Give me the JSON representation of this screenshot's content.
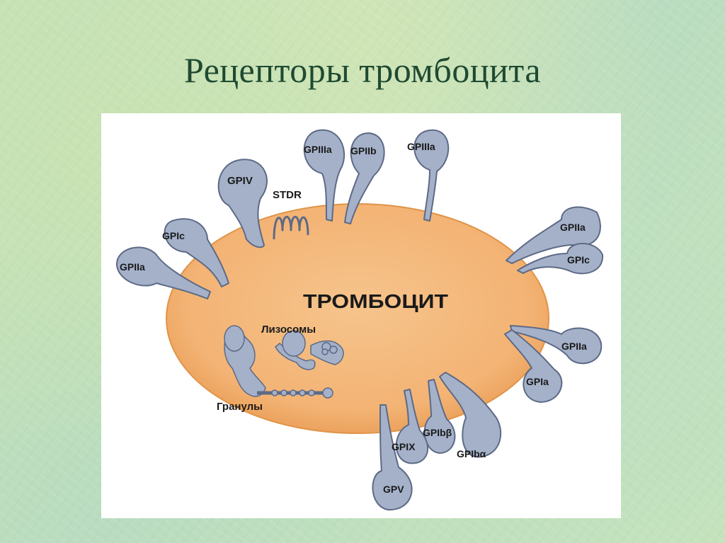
{
  "title": "Рецепторы тромбоцита",
  "diagram": {
    "cell_label": "ТРОМБОЦИТ",
    "organelles": {
      "lysosomes": "Лизосомы",
      "granules": "Гранулы"
    },
    "receptors": {
      "gpiv": "GPIV",
      "stdr": "STDR",
      "gpiiia_top_left": "GPIIIa",
      "gpiib": "GPIIb",
      "gpiiia_top_right": "GPIIIa",
      "gpiic_left": "GPIc",
      "gpiia_left": "GPIIa",
      "gpiia_right_upper": "GPIIa",
      "gpic_right": "GPIc",
      "gpiia_right_lower": "GPIIa",
      "gpia_right": "GPIa",
      "gpibb": "GPIbβ",
      "gpix": "GPIX",
      "gpiba": "GPIbα",
      "gpv": "GPV"
    }
  },
  "colors": {
    "cell_fill": "#f3b374",
    "cell_edge": "#e09448",
    "receptor_fill": "#a4b1c9",
    "receptor_stroke": "#5d6a86",
    "title": "#1f4a32"
  }
}
